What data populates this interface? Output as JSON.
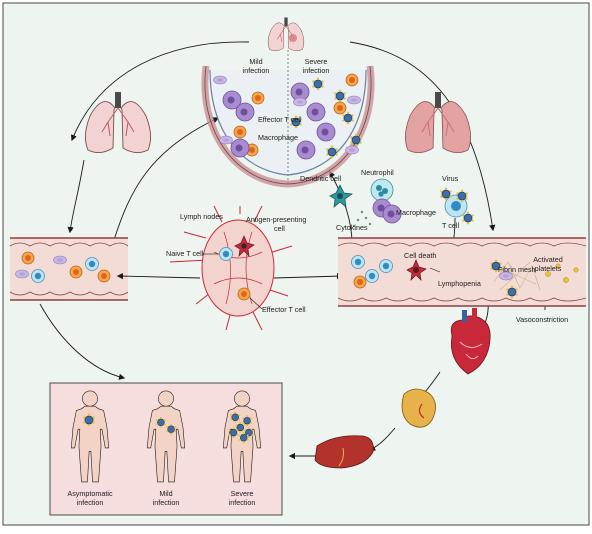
{
  "alveolus": {
    "mild": [
      "Mild",
      "infection"
    ],
    "severe": [
      "Severe",
      "infection"
    ],
    "effector_t_cell": "Effector T cell",
    "macrophage": "Macrophage"
  },
  "immune": {
    "dendritic_cell": "Dendritic cell",
    "neutrophil": "Neutrophil",
    "macrophage": "Macrophage",
    "cytokines": "Cytokines",
    "virus": "Virus",
    "t_cell": "T cell"
  },
  "lymph": {
    "lymph_nodes": "Lymph nodes",
    "antigen_presenting": [
      "Antigen-presenting",
      "cell"
    ],
    "naive_t_cell": "Naive T cell",
    "effector_t_cell": "Effector T cell"
  },
  "vessel_right": {
    "cell_death": "Cell death",
    "lymphopenia": "Lymphopenia",
    "fibrin_mesh": "Fibrin mesh",
    "activated_platelets": [
      "Activated",
      "platelets"
    ],
    "vasoconstriction": "Vasoconstriction"
  },
  "outcomes": [
    {
      "label": [
        "Asymptomatic",
        "infection"
      ]
    },
    {
      "label": [
        "Mild",
        "infection"
      ]
    },
    {
      "label": [
        "Severe",
        "infection"
      ]
    }
  ],
  "colors": {
    "panel_bg": "#eef4ef",
    "vessel": "#f4dcd6",
    "vessel_edge": "#8a3f45",
    "outcome_bg": "#f6dede",
    "body": "#f3d3c6",
    "lung": "#f2d2d3",
    "lung_severe": "#d97b7b"
  }
}
